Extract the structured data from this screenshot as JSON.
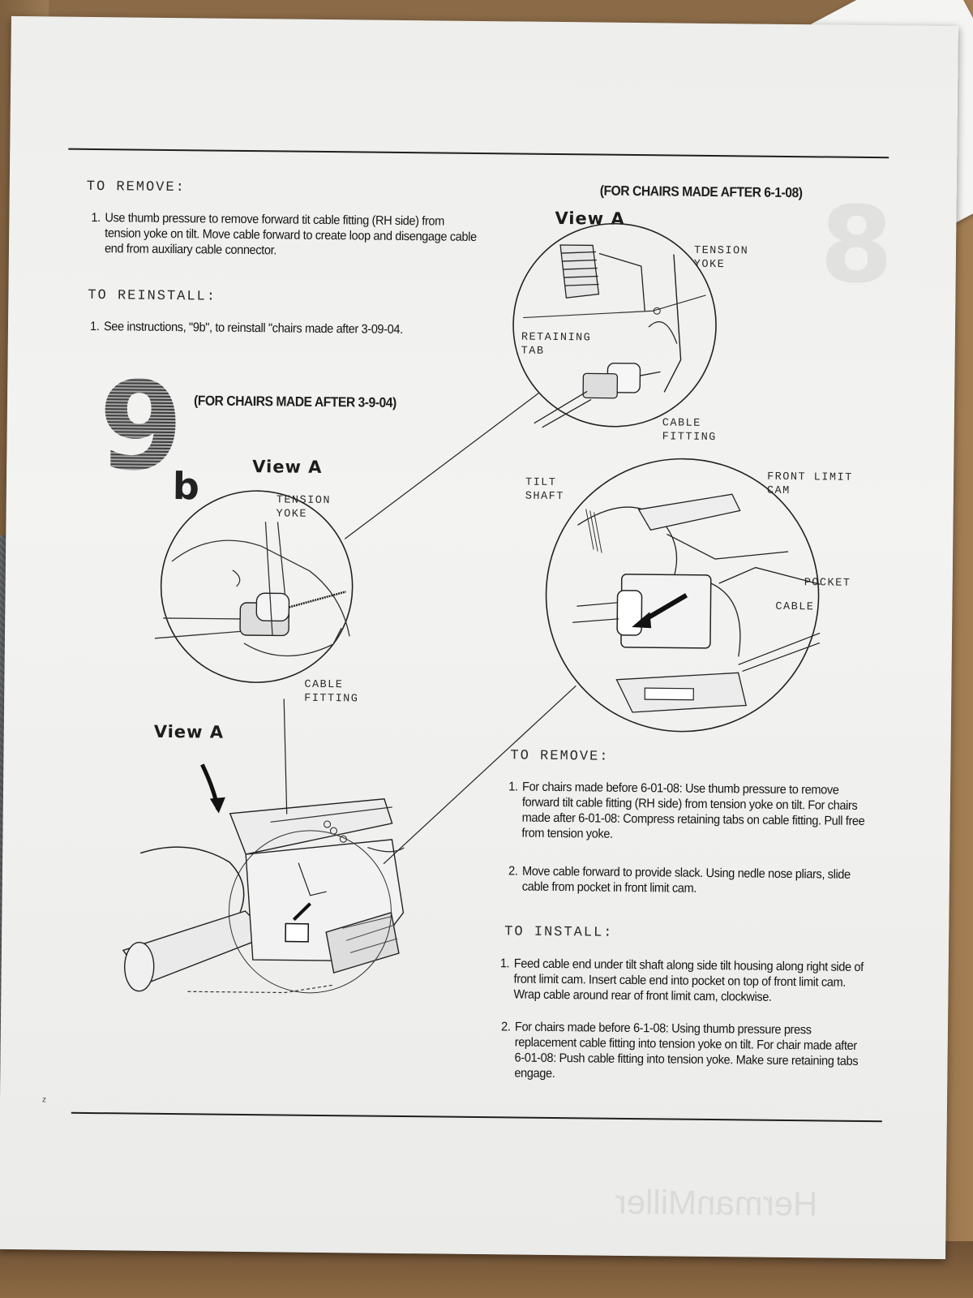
{
  "left_column": {
    "remove_heading": "TO REMOVE:",
    "remove_step_1_num": "1.",
    "remove_step_1": "Use thumb pressure to remove forward tit cable fitting (RH side) from tension yoke on tilt. Move cable forward to create loop and disengage cable end from auxiliary cable connector.",
    "reinstall_heading": "TO REINSTALL:",
    "reinstall_step_1_num": "1.",
    "reinstall_step_1": "See instructions, \"9b\", to reinstall \"chairs made after 3-09-04."
  },
  "section": {
    "number": "9",
    "suffix": "b",
    "subtitle": "(FOR CHAIRS MADE AFTER 3-9-04)"
  },
  "left_diagram": {
    "view_label": "View A",
    "tension_yoke": "TENSION\nYOKE",
    "cable_fitting": "CABLE\nFITTING",
    "view_arrow_label": "View A"
  },
  "right_diagram": {
    "subtitle": "(FOR CHAIRS MADE AFTER 6-1-08)",
    "view_label": "View A",
    "tension_yoke": "TENSION\nYOKE",
    "retaining_tab": "RETAINING\nTAB",
    "cable_fitting": "CABLE\nFITTING",
    "tilt_shaft": "TILT\nSHAFT",
    "front_limit_cam": "FRONT LIMIT\nCAM",
    "pocket": "POCKET",
    "cable": "CABLE"
  },
  "right_column": {
    "remove_heading": "TO REMOVE:",
    "remove_step_1_num": "1.",
    "remove_step_1": "For chairs made before 6-01-08: Use thumb pressure to remove forward tilt cable fitting (RH side) from tension yoke on tilt. For chairs made after 6-01-08: Compress retaining tabs on cable fitting. Pull free from tension yoke.",
    "remove_step_2_num": "2.",
    "remove_step_2": "Move cable forward to provide slack. Using nedle nose pliars, slide cable from pocket in front limit cam.",
    "install_heading": "TO INSTALL:",
    "install_step_1_num": "1.",
    "install_step_1": "Feed cable end under tilt shaft along side tilt housing along right side of front limit cam. Insert cable end into pocket on top of front limit cam. Wrap cable around rear of front limit cam, clockwise.",
    "install_step_2_num": "2.",
    "install_step_2": "For chairs made before 6-1-08: Using thumb pressure press replacement cable fitting into tension yoke on tilt. For chair made after 6-01-08: Push cable fitting into tension yoke. Make sure retaining tabs engage."
  },
  "footer": {
    "page_mark": "z",
    "ghost_brand": "HermanMiller"
  }
}
